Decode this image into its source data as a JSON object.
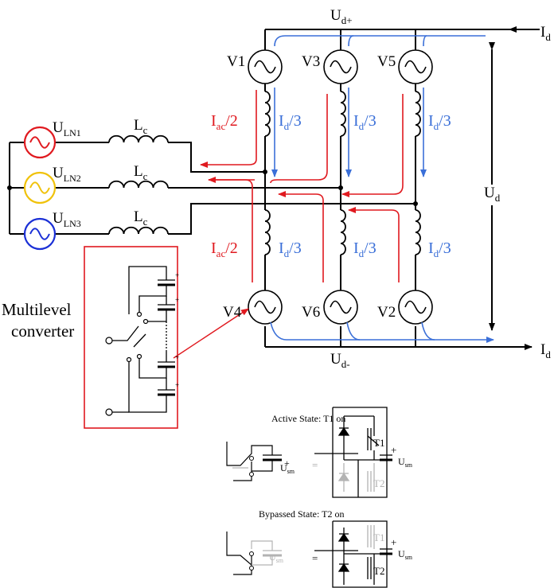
{
  "voltages": {
    "ud_plus": {
      "base": "U",
      "sub": "d+"
    },
    "ud_minus": {
      "base": "U",
      "sub": "d-"
    },
    "ud": {
      "base": "U",
      "sub": "d"
    },
    "ln1": {
      "base": "U",
      "sub": "LN1"
    },
    "ln2": {
      "base": "U",
      "sub": "LN2"
    },
    "ln3": {
      "base": "U",
      "sub": "LN3"
    },
    "lc": {
      "base": "L",
      "sub": "c"
    }
  },
  "currents": {
    "id": {
      "base": "I",
      "sub": "d"
    },
    "iac_half": {
      "base": "I",
      "sub": "ac",
      "tail": "/2"
    },
    "id_third": {
      "base": "I",
      "sub": "d",
      "tail": "/3"
    }
  },
  "valves": [
    "V1",
    "V3",
    "V5",
    "V4",
    "V6",
    "V2"
  ],
  "converter_label": [
    "Multilevel",
    "converter"
  ],
  "states": {
    "active_title": "Active State:  T1 on",
    "bypassed_title": "Bypassed State:  T2 on",
    "t1": "T1",
    "t2": "T2",
    "usm": {
      "base": "U",
      "sub": "sm"
    },
    "equals": "="
  },
  "colors": {
    "ac_current": "#e0191f",
    "dc_current": "#3a6fd8",
    "source1": "#e0191f",
    "source2": "#f0c20a",
    "source3": "#1a2fd6",
    "grey": "#b3b3b3",
    "line": "#000000"
  }
}
